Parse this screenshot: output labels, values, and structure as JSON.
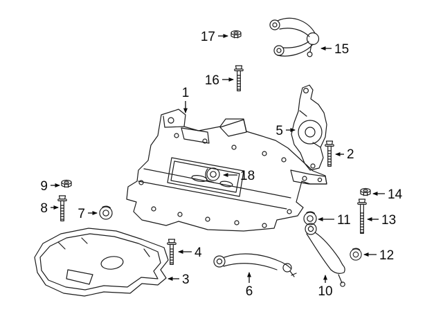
{
  "diagram": {
    "background_color": "#ffffff",
    "line_color": "#1a1a1a",
    "label_color": "#0a0a0a",
    "callouts": [
      {
        "number": "1",
        "part": "front-subframe-crossmember",
        "arrow": "down"
      },
      {
        "number": "2",
        "part": "knuckle-bolt",
        "arrow": "left"
      },
      {
        "number": "3",
        "part": "skid-plate",
        "arrow": "left"
      },
      {
        "number": "4",
        "part": "subframe-bolt",
        "arrow": "left"
      },
      {
        "number": "5",
        "part": "steering-knuckle",
        "arrow": "right"
      },
      {
        "number": "6",
        "part": "front-lower-control-arm",
        "arrow": "up"
      },
      {
        "number": "7",
        "part": "control-arm-bushing",
        "arrow": "right"
      },
      {
        "number": "8",
        "part": "bushing-bolt",
        "arrow": "right"
      },
      {
        "number": "9",
        "part": "flange-nut",
        "arrow": "right"
      },
      {
        "number": "10",
        "part": "rear-lower-control-arm",
        "arrow": "up"
      },
      {
        "number": "11",
        "part": "control-arm-bushing",
        "arrow": "left"
      },
      {
        "number": "12",
        "part": "control-arm-bushing",
        "arrow": "left"
      },
      {
        "number": "13",
        "part": "control-arm-bolt",
        "arrow": "left"
      },
      {
        "number": "14",
        "part": "flange-nut",
        "arrow": "left"
      },
      {
        "number": "15",
        "part": "upper-control-arm",
        "arrow": "left"
      },
      {
        "number": "16",
        "part": "upper-arm-bolt",
        "arrow": "right"
      },
      {
        "number": "17",
        "part": "upper-arm-nut",
        "arrow": "right"
      },
      {
        "number": "18",
        "part": "subframe-bushing-bracket",
        "arrow": "left"
      }
    ]
  }
}
